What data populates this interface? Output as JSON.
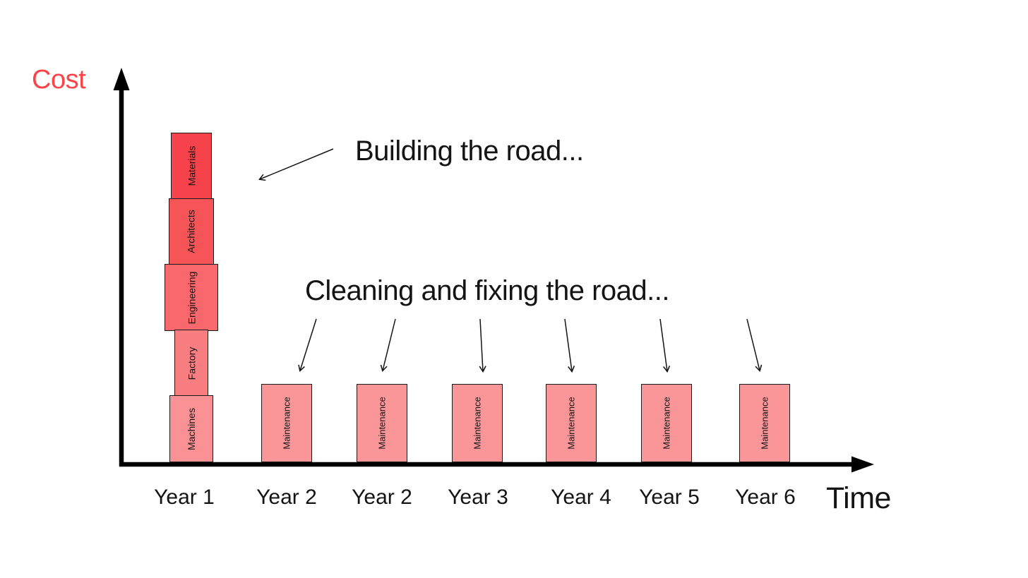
{
  "colors": {
    "accent_red": "#FA4449",
    "axis": "#000000",
    "text": "#141414",
    "bar_border": "#1a1a1a"
  },
  "annotations": [
    {
      "text": "Building the road..."
    },
    {
      "text": "Cleaning and fixing the road..."
    }
  ],
  "chart_data": {
    "type": "bar",
    "title": "",
    "xlabel": "Time",
    "ylabel": "Cost",
    "grid": false,
    "legend": false,
    "ylim": [
      0,
      5.6
    ],
    "value_units": "relative cost (unlabeled axis, estimated from bar heights)",
    "categories": [
      "Year 1",
      "Year 2",
      "Year 2",
      "Year 3",
      "Year 4",
      "Year 5",
      "Year 6"
    ],
    "bars": [
      {
        "category": "Year 1",
        "segments": [
          {
            "label": "Machines",
            "value": 1,
            "color": "#FA9295"
          },
          {
            "label": "Factory",
            "value": 1,
            "color": "#F97E82"
          },
          {
            "label": "Engineering",
            "value": 1,
            "color": "#F8686C"
          },
          {
            "label": "Architects",
            "value": 1,
            "color": "#F75458"
          },
          {
            "label": "Materials",
            "value": 1,
            "color": "#F6424A"
          }
        ]
      },
      {
        "category": "Year 2",
        "segments": [
          {
            "label": "Maintenance",
            "value": 1.2,
            "color": "#FA9698"
          }
        ]
      },
      {
        "category": "Year 2",
        "segments": [
          {
            "label": "Maintenance",
            "value": 1.2,
            "color": "#FA9698"
          }
        ]
      },
      {
        "category": "Year 3",
        "segments": [
          {
            "label": "Maintenance",
            "value": 1.2,
            "color": "#FA9698"
          }
        ]
      },
      {
        "category": "Year 4",
        "segments": [
          {
            "label": "Maintenance",
            "value": 1.2,
            "color": "#FA9698"
          }
        ]
      },
      {
        "category": "Year 5",
        "segments": [
          {
            "label": "Maintenance",
            "value": 1.2,
            "color": "#FA9698"
          }
        ]
      },
      {
        "category": "Year 6",
        "segments": [
          {
            "label": "Maintenance",
            "value": 1.2,
            "color": "#FA9698"
          }
        ]
      }
    ]
  }
}
